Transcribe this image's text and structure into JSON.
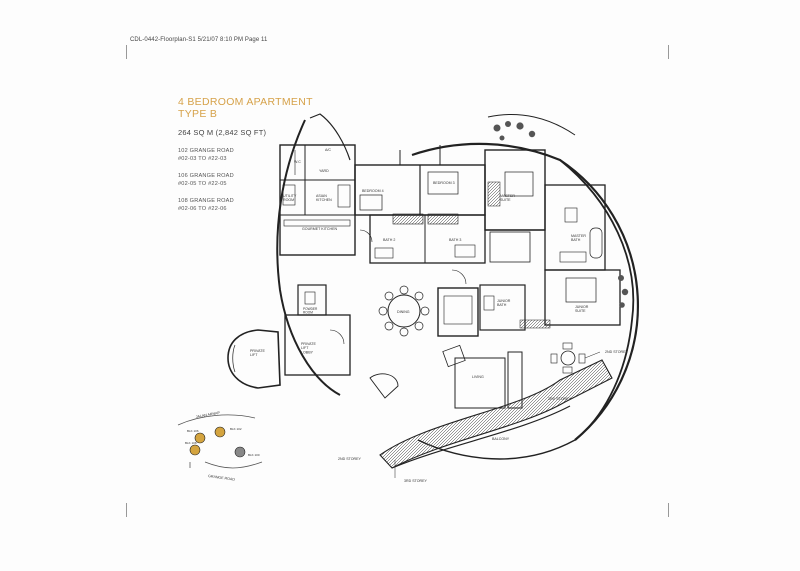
{
  "header": {
    "text": "CDL-0442-Floorplan-S1 5/21/07 8:10 PM Page 11"
  },
  "title": {
    "line1": "4 BEDROOM APARTMENT",
    "line2": "TYPE B"
  },
  "area": "264 SQ M (2,842 SQ FT)",
  "addresses": [
    {
      "road": "102 GRANGE ROAD",
      "units": "#02-03 TO #22-03"
    },
    {
      "road": "106 GRANGE ROAD",
      "units": "#02-05 TO #22-05"
    },
    {
      "road": "108 GRANGE ROAD",
      "units": "#02-06 TO #22-06"
    }
  ],
  "rooms": {
    "ac": "A/C",
    "wc": "W.C",
    "yard": "YARD",
    "utility": "UTILITY\nROOM",
    "asian_kitchen": "ASIAN\nKITCHEN",
    "gourmet_kitchen": "GOURMET KITCHEN",
    "bedroom4": "BEDROOM 4",
    "bedroom3": "BEDROOM 3",
    "master_suite": "MASTER\nSUITE",
    "master_bath": "MASTER\nBATH",
    "bath2": "BATH 2",
    "bath3": "BATH 3",
    "dining": "DINING",
    "wc_lower": "W.C",
    "junior_bath": "JUNIOR\nBATH",
    "junior_suite": "JUNIOR\nSUITE",
    "powder_room": "POWDER\nROOM",
    "private_lift": "PRIVATE\nLIFT",
    "private_lift_lobby": "PRIVATE\nLIFT\nLOBBY",
    "living": "LIVING",
    "balcony": "BALCONY",
    "second_storey": "2ND STOREY",
    "third_storey": "3RD STOREY",
    "storey_right": "2ND STOREY",
    "third_storey_right": "3RD STOREY"
  },
  "keyplan": {
    "road_top": "JALAN ARNAP",
    "road_bottom": "GRANGE ROAD",
    "blocks": [
      "BLK 106",
      "BLK 102",
      "BLK 108",
      "BLK 100"
    ]
  }
}
